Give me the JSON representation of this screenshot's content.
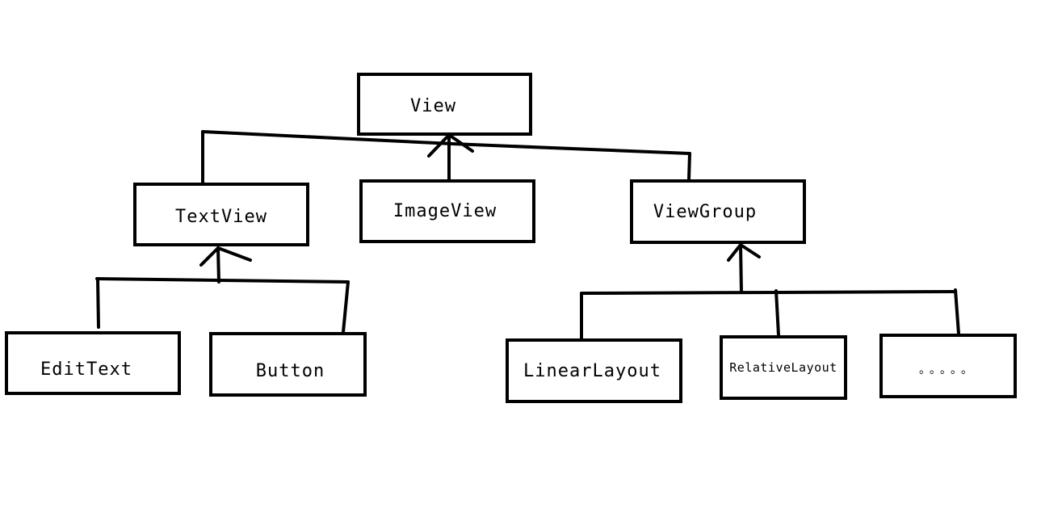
{
  "diagram": {
    "nodes": {
      "view": "View",
      "textview": "TextView",
      "imageview": "ImageView",
      "viewgroup": "ViewGroup",
      "edittext": "EditText",
      "button": "Button",
      "linearlayout": "LinearLayout",
      "relativelayout": "RelativeLayout",
      "more": "。。。。。"
    },
    "edges": [
      {
        "from": "textview",
        "to": "view"
      },
      {
        "from": "imageview",
        "to": "view"
      },
      {
        "from": "viewgroup",
        "to": "view"
      },
      {
        "from": "edittext",
        "to": "textview"
      },
      {
        "from": "button",
        "to": "textview"
      },
      {
        "from": "linearlayout",
        "to": "viewgroup"
      },
      {
        "from": "relativelayout",
        "to": "viewgroup"
      },
      {
        "from": "more",
        "to": "viewgroup"
      }
    ],
    "stroke_color": "#000000",
    "background_color": "#ffffff"
  }
}
